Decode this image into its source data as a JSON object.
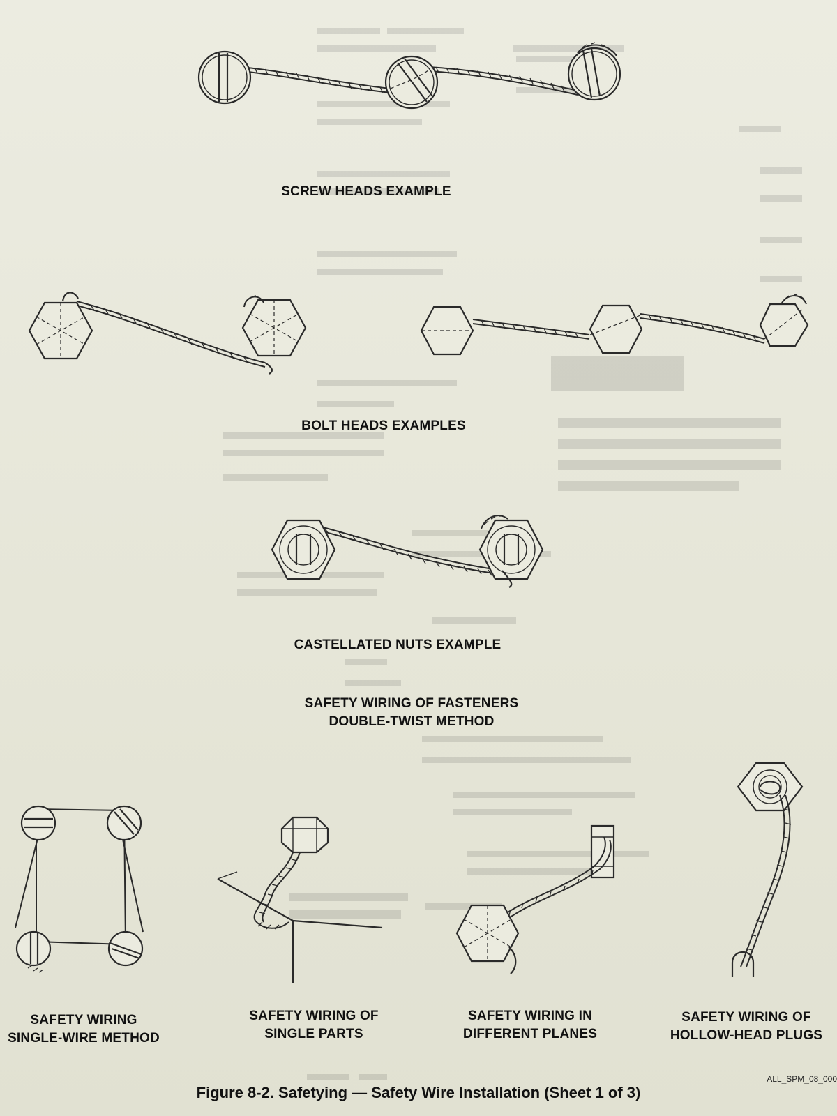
{
  "captions": {
    "screw_heads": "SCREW HEADS EXAMPLE",
    "bolt_heads": "BOLT HEADS EXAMPLES",
    "castellated": "CASTELLATED NUTS EXAMPLE",
    "double_twist_line1": "SAFETY WIRING OF FASTENERS",
    "double_twist_line2": "DOUBLE-TWIST METHOD",
    "single_wire_line1": "SAFETY WIRING",
    "single_wire_line2": "SINGLE-WIRE METHOD",
    "single_parts_line1": "SAFETY WIRING OF",
    "single_parts_line2": "SINGLE PARTS",
    "planes_line1": "SAFETY WIRING IN",
    "planes_line2": "DIFFERENT PLANES",
    "hollow_line1": "SAFETY WIRING OF",
    "hollow_line2": "HOLLOW-HEAD PLUGS"
  },
  "figure_title": "Figure 8-2.   Safetying — Safety Wire Installation (Sheet 1 of 3)",
  "figure_code": "ALL_SPM_08_000"
}
